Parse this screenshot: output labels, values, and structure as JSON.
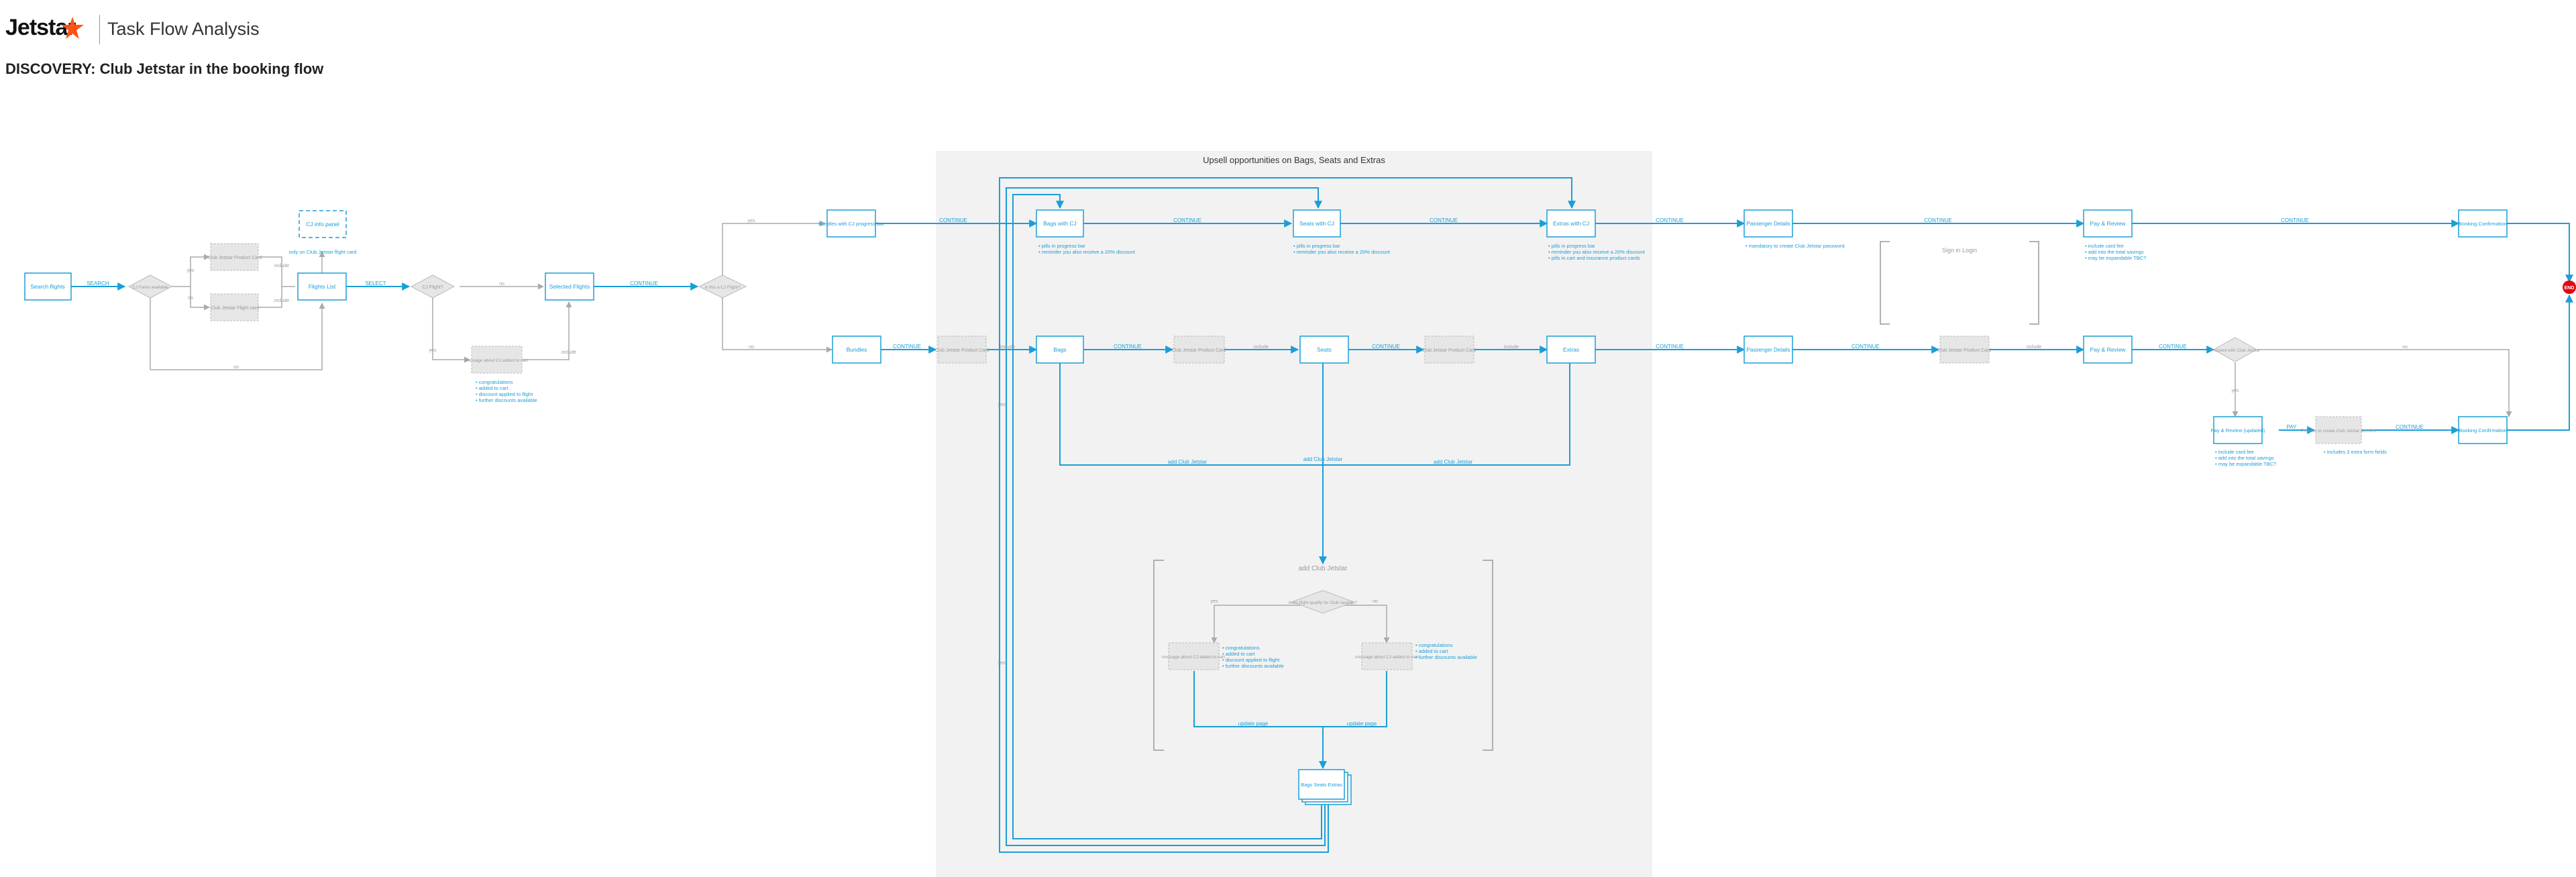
{
  "header": {
    "logo": "Jetstar",
    "title": "Task Flow Analysis"
  },
  "page_title": "DISCOVERY: Club Jetstar in the booking flow",
  "colors": {
    "primary": "#1a9ed8",
    "grey": "#aaaaaa",
    "panel": "#f2f2f2",
    "accent": "#e30613",
    "logo_star": "#ff5115"
  },
  "panel_title": "Upsell opportunities on Bags, Seats and Extras",
  "club_panel_title": "add Club Jetstar",
  "bracket_label": "Sign in Login",
  "end_label": "END",
  "nodes": {
    "search_flights": "Search flights",
    "cj_fares_available": "CJ Fares available",
    "cj_product_card_top": "Club Jetstar Product Card",
    "cj_flight_card": "Club Jetstar Flight card",
    "cj_info_panel": "CJ info panel",
    "flights_list": "Flights List",
    "cj_flight_q": "CJ Flight?",
    "selected_flights": "Selected Flights",
    "is_cj_flight_q": "is this a CJ Flight?",
    "cj_message": "message about CJ added to cart",
    "bundles_cj": "Bundles with CJ progress bar",
    "bundles": "Bundles",
    "cj_product_card_bundles": "Club Jetstar Product Card",
    "bags_cj": "Bags with CJ",
    "seats_cj": "Seats with CJ",
    "extras_cj": "Extras with CJ",
    "bags": "Bags",
    "cj_product_card_bags": "Club Jetstar Product Card",
    "seats": "Seats",
    "cj_product_card_seats": "Club Jetstar Product Card",
    "extras": "Extras",
    "passenger_details_top": "Passenger Details",
    "passenger_details": "Passenger Details",
    "cj_product_card_pax": "Club Jetstar Product Card",
    "pay_review_top": "Pay & Review",
    "pay_review": "Pay & Review",
    "booking_conf_top": "Booking Confirmation",
    "booking_conf_bottom": "Booking Confirmation",
    "proceed_cj_q": "Proceed with Club Jetstar",
    "pay_review_updated": "Pay & Review (updated)",
    "process_cj": "Process to create Club Jetstar account",
    "does_flight_qualify": "does flight qualify for Club savings?",
    "cj_msg_left": "message about CJ added to cart",
    "cj_msg_right": "message about CJ added to cart",
    "bse_stack": "Bags Seats Extras"
  },
  "labels": {
    "search": "SEARCH",
    "select": "SELECT",
    "continue": "CONTINUE",
    "yes": "yes",
    "no": "no",
    "include": "include",
    "add_cj": "add Club Jetstar",
    "update_page": "update page",
    "only_cj_fare": "only on Club Jetstar flight card",
    "pay": "PAY"
  },
  "notes": {
    "cj_msg": [
      "• congratulations",
      "• added to cart",
      "• discount applied to flight",
      "• further discounts available"
    ],
    "bags_cj": [
      "• pills in progress bar",
      "• reminder you also receive a 20% discount"
    ],
    "seats_cj": [
      "• pills in progress bar",
      "• reminder you also receive a 20% discount"
    ],
    "extras_cj": [
      "• pills in progress bar",
      "• reminder you also receive a 20% discount",
      "• pills in cart and insurance product cards"
    ],
    "pax_details": [
      "• mandatory to create Club Jetstar password"
    ],
    "pay_review_top": [
      "• include card fee",
      "• add into the total savings",
      "• may be expandable TBC?"
    ],
    "pay_review_updated": [
      "• include card fee",
      "• add into the total savings",
      "• may be expandable TBC?"
    ],
    "process_cj": [
      "• includes 3 extra form fields"
    ],
    "cj_msg_left": [
      "• congratulations",
      "• added to cart",
      "• discount applied to flight",
      "• further discounts available"
    ],
    "cj_msg_right": [
      "• congratulations",
      "• added to cart",
      "• further discounts available"
    ]
  }
}
